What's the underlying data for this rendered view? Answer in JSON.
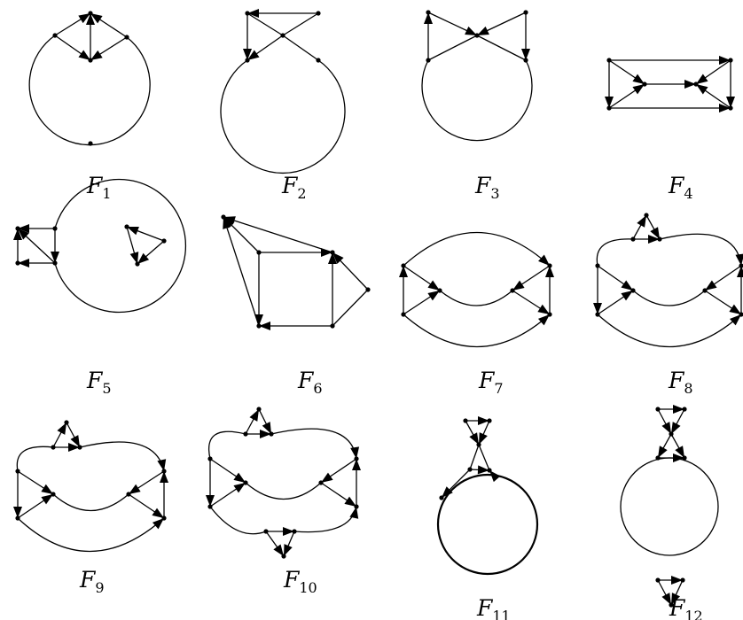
{
  "figures": [
    {
      "id": "F1",
      "base": "F",
      "sub": "1"
    },
    {
      "id": "F2",
      "base": "F",
      "sub": "2"
    },
    {
      "id": "F3",
      "base": "F",
      "sub": "3"
    },
    {
      "id": "F4",
      "base": "F",
      "sub": "4"
    },
    {
      "id": "F5",
      "base": "F",
      "sub": "5"
    },
    {
      "id": "F6",
      "base": "F",
      "sub": "6"
    },
    {
      "id": "F7",
      "base": "F",
      "sub": "7"
    },
    {
      "id": "F8",
      "base": "F",
      "sub": "8"
    },
    {
      "id": "F9",
      "base": "F",
      "sub": "9"
    },
    {
      "id": "F10",
      "base": "F",
      "sub": "10"
    },
    {
      "id": "F11",
      "base": "F",
      "sub": "11"
    },
    {
      "id": "F12",
      "base": "F",
      "sub": "12"
    }
  ]
}
